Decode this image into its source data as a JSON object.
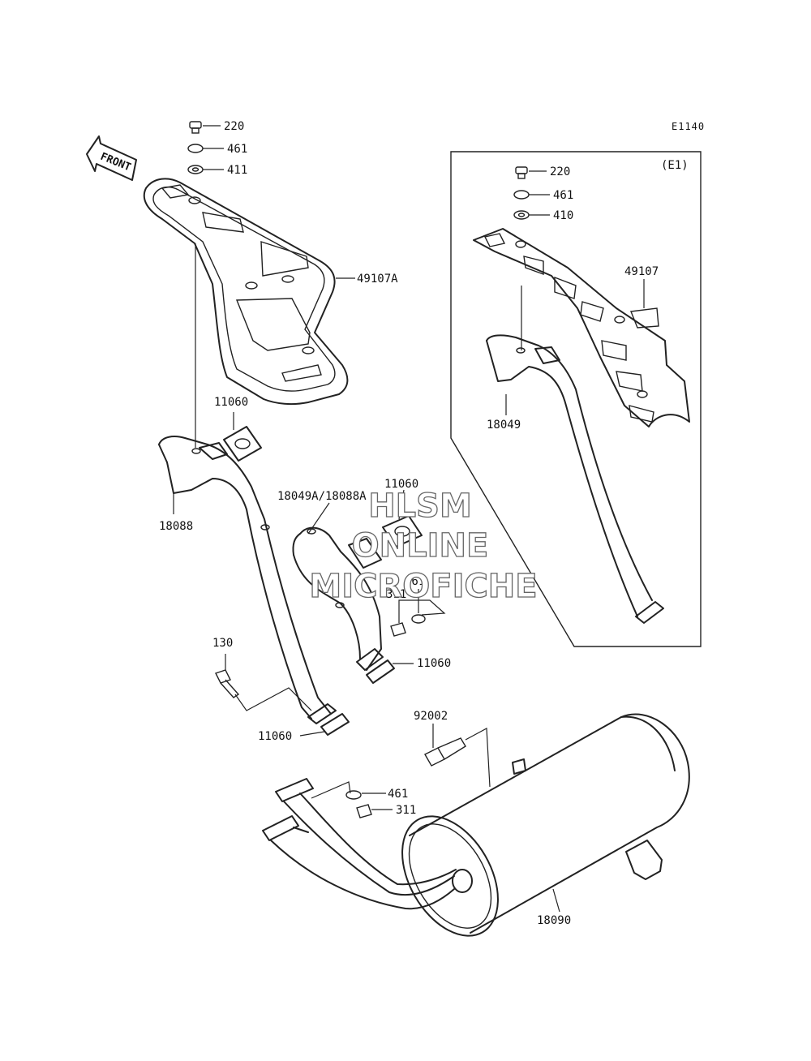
{
  "diagram_code": "E1140",
  "variant_box_label": "(E1)",
  "front_label": "FRONT",
  "watermark": [
    "HLSM",
    "ONLINE",
    "MICROFICHE"
  ],
  "parts": {
    "p220a": "220",
    "p461a": "461",
    "p411": "411",
    "p49107A": "49107A",
    "p11060a": "11060",
    "p18088": "18088",
    "p18049A": "18049A/18088A",
    "p11060b": "11060",
    "p461b": "461",
    "p311a": "311",
    "p11060c": "11060",
    "p130": "130",
    "p11060d": "11060",
    "p92002": "92002",
    "p461c": "461",
    "p311b": "311",
    "p18090": "18090",
    "p220b": "220",
    "p461d": "461",
    "p410": "410",
    "p49107": "49107",
    "p18049": "18049"
  }
}
